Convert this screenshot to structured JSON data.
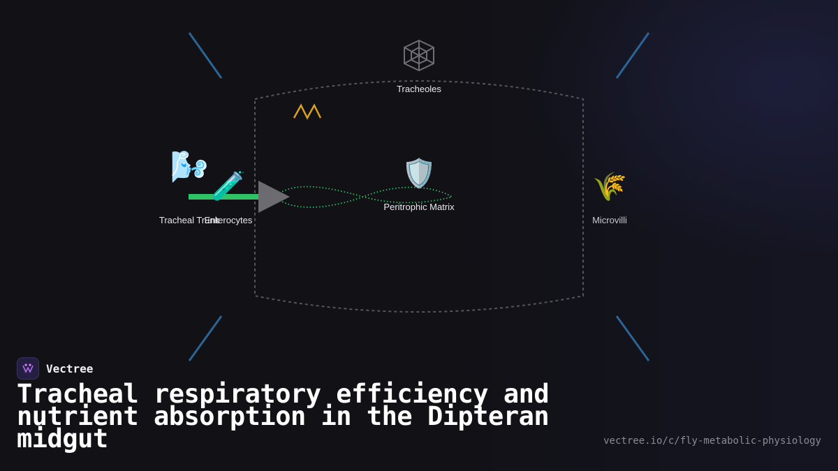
{
  "brand": {
    "name": "Vectree"
  },
  "title": "Tracheal respiratory efficiency and nutrient absorption in the Dipteran midgut",
  "url": "vectree.io/c/fly-metabolic-physiology",
  "nodes": {
    "tracheal_trunk": {
      "label": "Tracheal Trunk",
      "icon": "wind-face-icon",
      "glyph": "🌬️"
    },
    "enterocytes": {
      "label": "Enterocytes",
      "icon": "test-tube-icon",
      "glyph": "🧪"
    },
    "tracheoles": {
      "label": "Tracheoles",
      "icon": "web-icon"
    },
    "peritrophic_matrix": {
      "label": "Peritrophic Matrix",
      "icon": "shield-icon",
      "glyph": "🛡️"
    },
    "microvilli": {
      "label": "Microvilli",
      "icon": "sheaf-icon",
      "glyph": "🌾"
    }
  },
  "colors": {
    "background": "#111116",
    "corner_lines": "#2b6596",
    "frame": "#55555c",
    "arrow_bar": "#2fc266",
    "arrow_head": "#6b6b70",
    "wave": "#d9a520",
    "helix": "#2fc266"
  }
}
